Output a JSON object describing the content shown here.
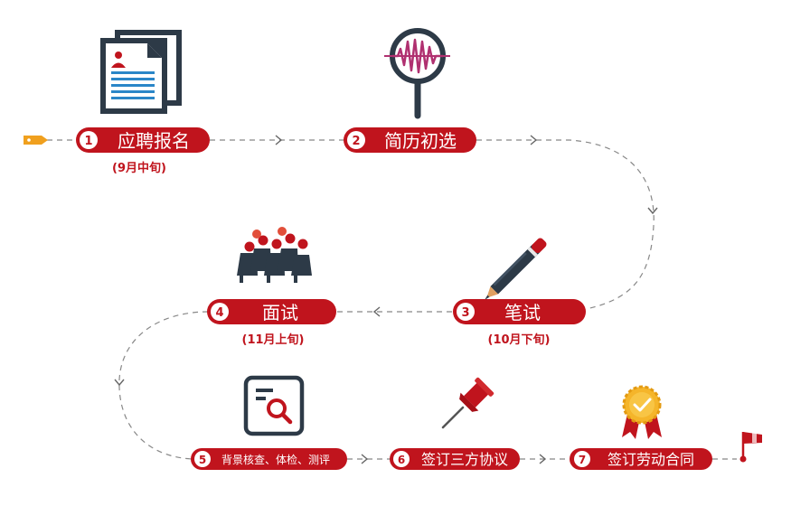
{
  "colors": {
    "primary": "#c0141d",
    "dark": "#2d3a47",
    "accent_blue": "#2a86c8",
    "flag_orange": "#f0a01e",
    "gold": "#f5b52a"
  },
  "steps": [
    {
      "num": "1",
      "label": "应聘报名",
      "note": "(9月中旬)",
      "icon": "resume-document-icon"
    },
    {
      "num": "2",
      "label": "简历初选",
      "note": "",
      "icon": "magnifier-waveform-icon"
    },
    {
      "num": "3",
      "label": "笔试",
      "note": "(10月下旬)",
      "icon": "pen-icon"
    },
    {
      "num": "4",
      "label": "面试",
      "note": "(11月上旬)",
      "icon": "group-people-icon"
    },
    {
      "num": "5",
      "label": "背景核查、体检、测评",
      "note": "",
      "icon": "search-document-icon"
    },
    {
      "num": "6",
      "label": "签订三方协议",
      "note": "",
      "icon": "pushpin-icon"
    },
    {
      "num": "7",
      "label": "签订劳动合同",
      "note": "",
      "icon": "award-badge-icon"
    }
  ]
}
